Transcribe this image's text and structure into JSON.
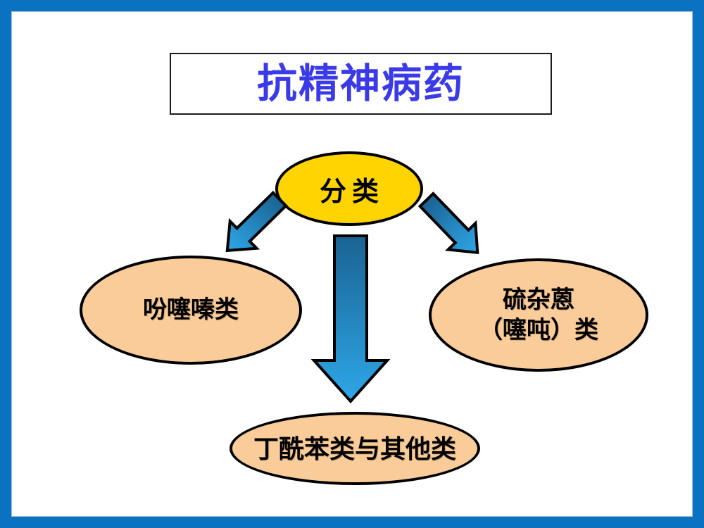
{
  "slide": {
    "title": "抗精神病药",
    "diagram": {
      "root": {
        "label": "分类"
      },
      "children": [
        {
          "id": "phenothiazines",
          "label": "吩噻嗪类"
        },
        {
          "id": "thioxanthenes",
          "label_line1": "硫杂蒽",
          "label_line2": "（噻吨）类"
        },
        {
          "id": "butyrophenones-others",
          "label": "丁酰苯类与其他类"
        }
      ],
      "connectors": [
        {
          "name": "arrow-to-left",
          "direction": "down-left"
        },
        {
          "name": "arrow-to-right",
          "direction": "down-right"
        },
        {
          "name": "arrow-to-bottom",
          "direction": "down"
        }
      ]
    },
    "colors": {
      "frame_blue": "#0B72C2",
      "title_text_blue": "#3A3AE8",
      "root_node_fill": "#FFD400",
      "child_node_fill": "#FACC99",
      "arrow_gradient_dark": "#1A6392",
      "arrow_gradient_light": "#2EA7E8",
      "shape_outline": "#000000"
    }
  }
}
